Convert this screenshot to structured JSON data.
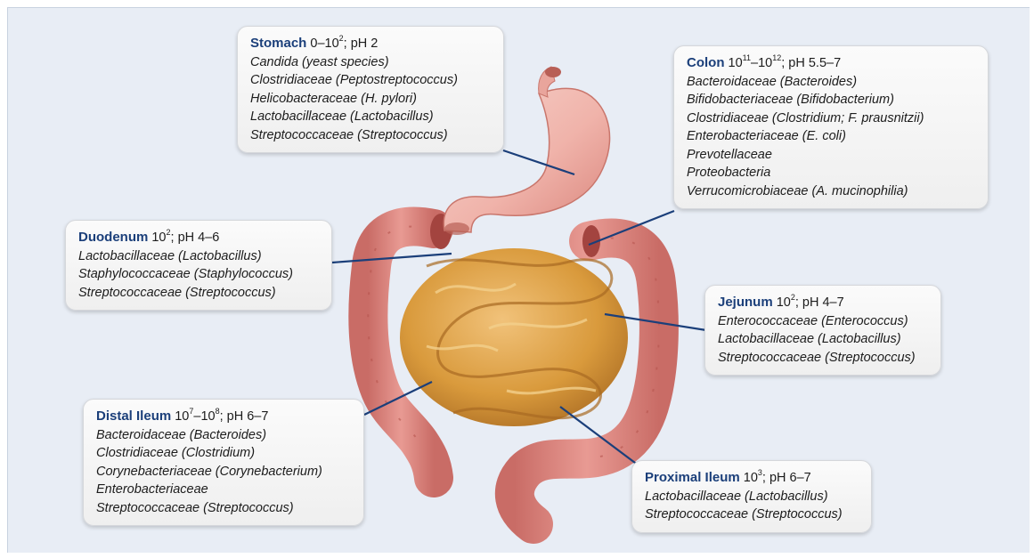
{
  "colors": {
    "background": "#e8edf5",
    "region_name": "#1b3f7a",
    "leader_line": "#1b3f7a",
    "stomach": "#f2b6ae",
    "small_intestine": "#d99a3c",
    "large_intestine": "#d9837d"
  },
  "regions": {
    "stomach": {
      "name": "Stomach",
      "count": {
        "base": "0–10",
        "exp": "2"
      },
      "ph": "; pH 2",
      "items": [
        "Candida (yeast species)",
        "Clostridiaceae (Peptostreptococcus)",
        "Helicobacteraceae (H. pylori)",
        "Lactobacillaceae (Lactobacillus)",
        "Streptococcaceae (Streptococcus)"
      ]
    },
    "colon": {
      "name": "Colon",
      "count": {
        "base1": "10",
        "exp1": "11",
        "sep": "–",
        "base2": "10",
        "exp2": "12"
      },
      "ph": "; pH 5.5–7",
      "items": [
        "Bacteroidaceae (Bacteroides)",
        "Bifidobacteriaceae (Bifidobacterium)",
        "Clostridiaceae (Clostridium; F. prausnitzii)",
        "Enterobacteriaceae (E. coli)",
        "Prevotellaceae",
        "Proteobacteria",
        "Verrucomicrobiaceae (A. mucinophilia)"
      ]
    },
    "duodenum": {
      "name": "Duodenum",
      "count": {
        "base": "10",
        "exp": "2"
      },
      "ph": "; pH 4–6",
      "items": [
        "Lactobacillaceae (Lactobacillus)",
        "Staphylococcaceae (Staphylococcus)",
        "Streptococcaceae (Streptococcus)"
      ]
    },
    "jejunum": {
      "name": "Jejunum",
      "count": {
        "base": "10",
        "exp": "2"
      },
      "ph": "; pH 4–7",
      "items": [
        "Enterococcaceae (Enterococcus)",
        "Lactobacillaceae (Lactobacillus)",
        "Streptococcaceae (Streptococcus)"
      ]
    },
    "distal_ileum": {
      "name": "Distal Ileum",
      "count": {
        "base1": "10",
        "exp1": "7",
        "sep": "–",
        "base2": "10",
        "exp2": "8"
      },
      "ph": "; pH 6–7",
      "items": [
        "Bacteroidaceae (Bacteroides)",
        "Clostridiaceae (Clostridium)",
        "Corynebacteriaceae (Corynebacterium)",
        "Enterobacteriaceae",
        "Streptococcaceae (Streptococcus)"
      ]
    },
    "proximal_ileum": {
      "name": "Proximal Ileum",
      "count": {
        "base": "10",
        "exp": "3"
      },
      "ph": "; pH 6–7",
      "items": [
        "Lactobacillaceae (Lactobacillus)",
        "Streptococcaceae (Streptococcus)"
      ]
    }
  }
}
